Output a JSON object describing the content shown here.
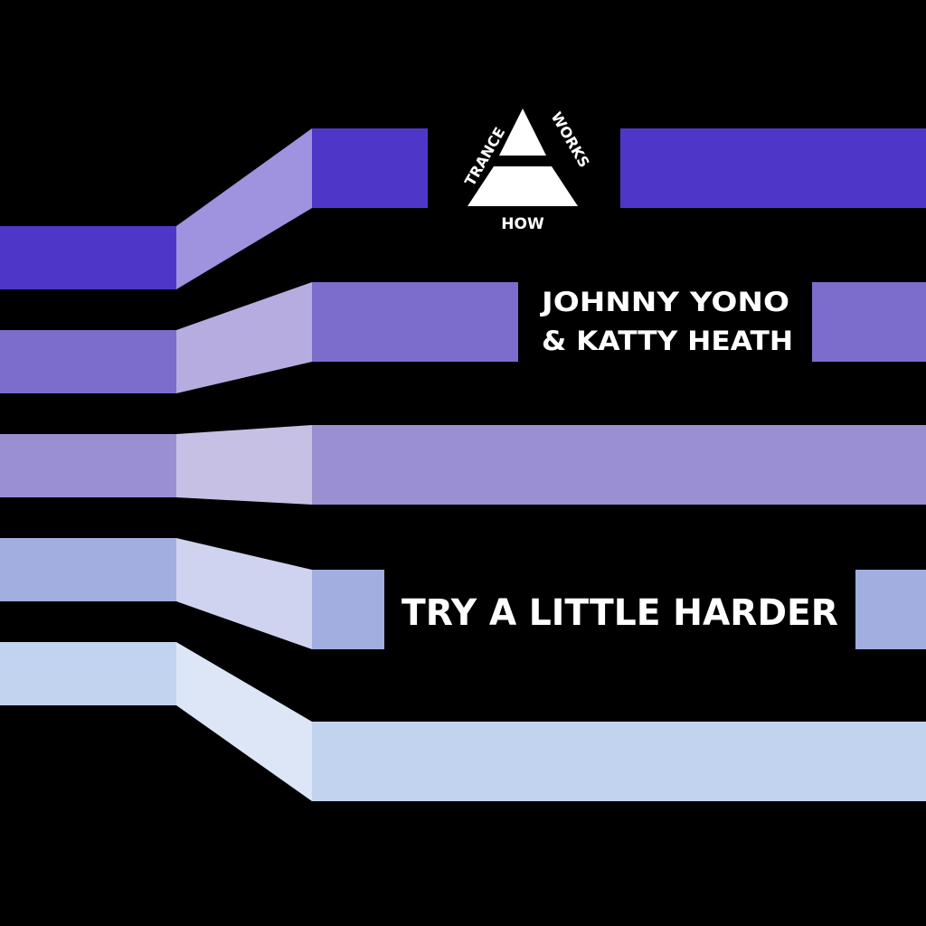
{
  "cover": {
    "background": "#000000",
    "logo": {
      "word_left": "TRANCE",
      "word_right": "WORKS",
      "word_bottom": "HOW",
      "icon": "triangle-logo-icon",
      "color": "#ffffff"
    },
    "artist_line1": "JOHNNY YONO",
    "artist_line2": "& KATTY HEATH",
    "title": "TRY A LITTLE HARDER",
    "bands": [
      {
        "face": "#4e37c8",
        "slant": "#9f93e0"
      },
      {
        "face": "#7c6ccc",
        "slant": "#b6acdf"
      },
      {
        "face": "#9a8fd0",
        "slant": "#c6c0e5"
      },
      {
        "face": "#a1aedf",
        "slant": "#cfd3ef"
      },
      {
        "face": "#c1d3ee",
        "slant": "#dce6f7"
      }
    ]
  }
}
